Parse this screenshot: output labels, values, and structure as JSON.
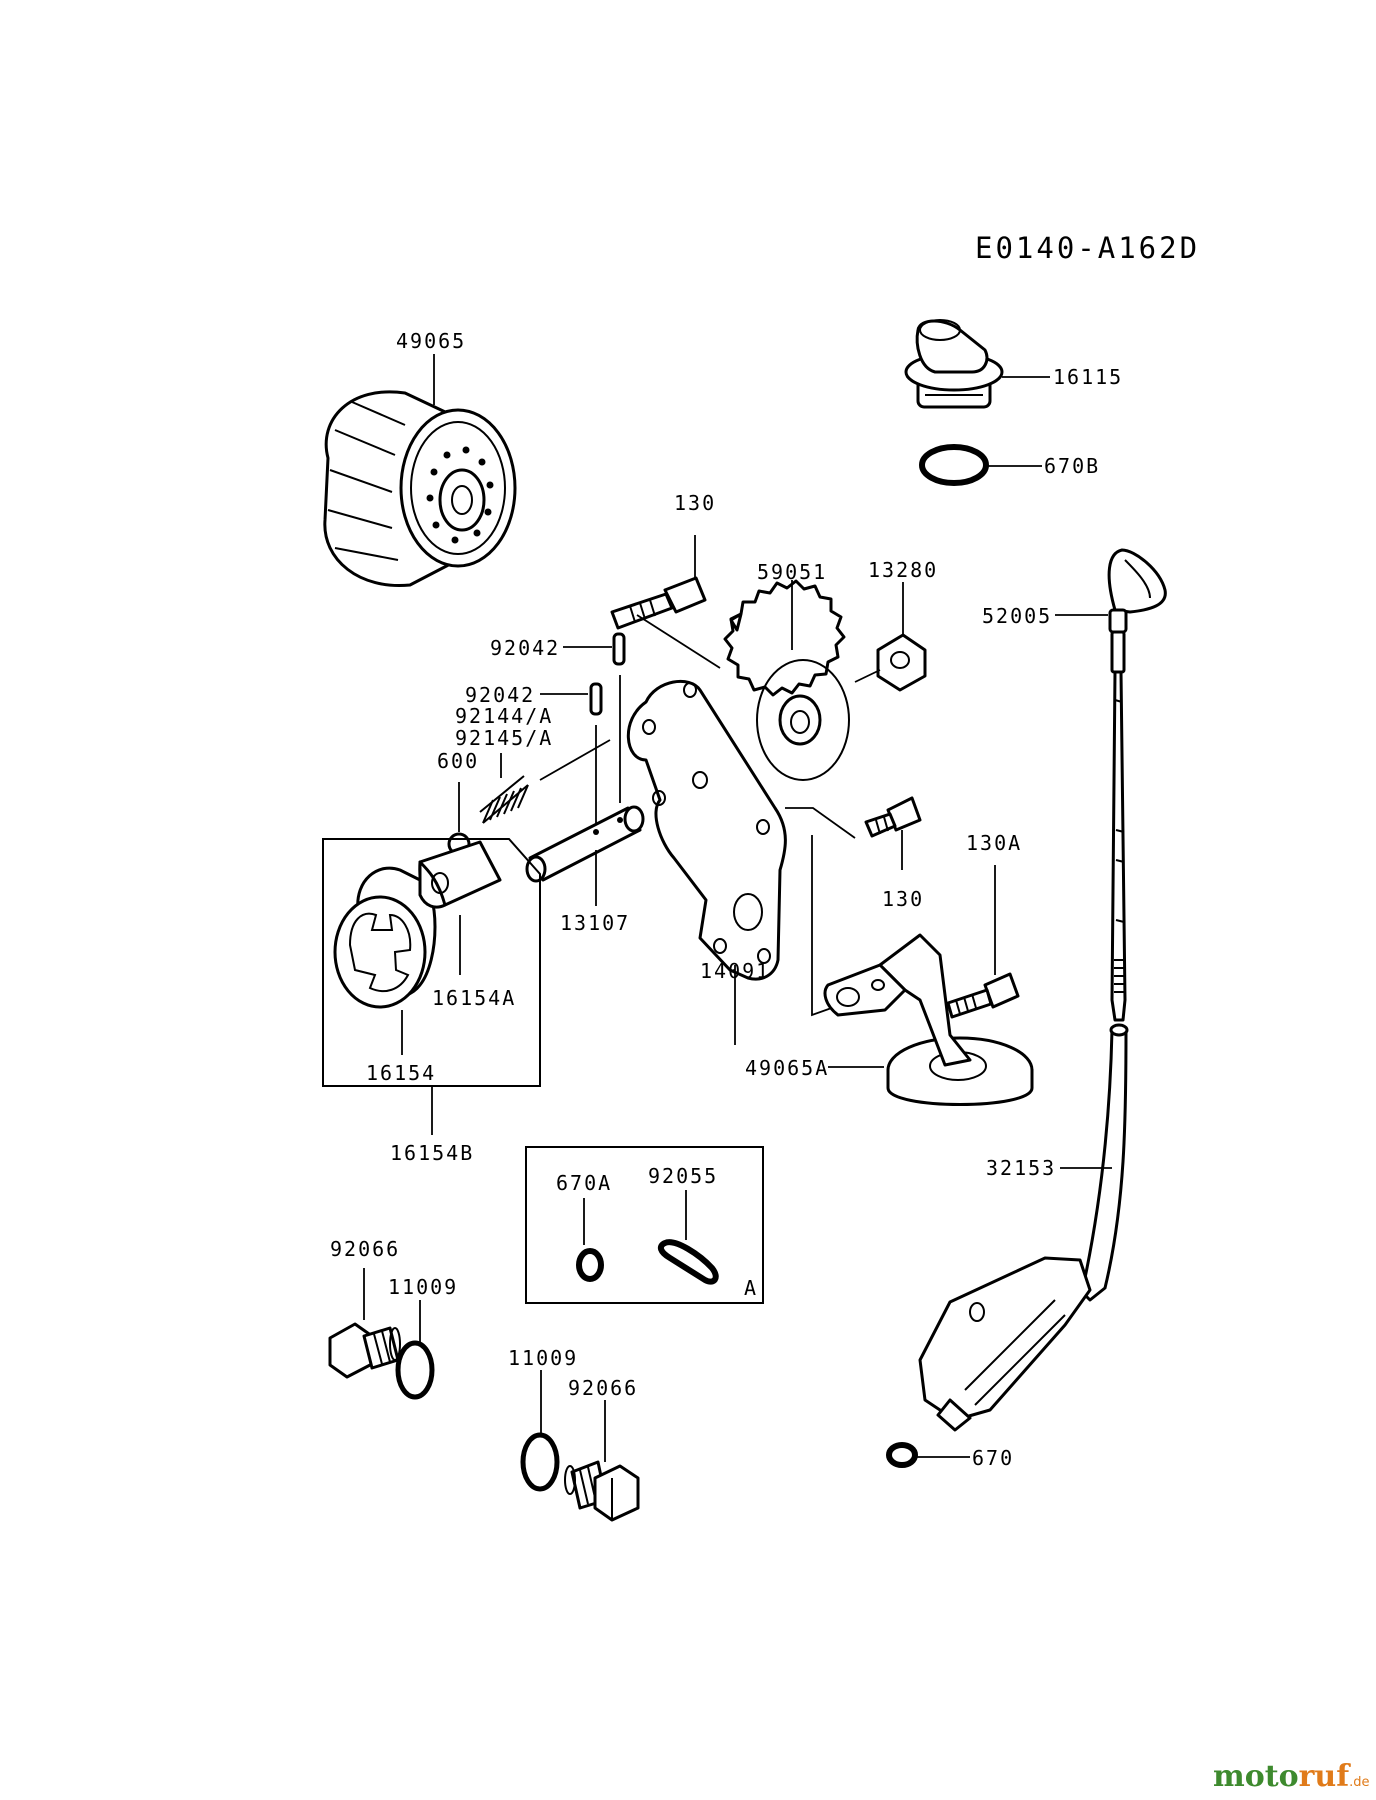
{
  "diagram_code": "E0140-A162D",
  "part_labels": {
    "p49065": "49065",
    "p16115": "16115",
    "p670B": "670B",
    "p130_top": "130",
    "p59051": "59051",
    "p13280": "13280",
    "p52005": "52005",
    "p92042_a": "92042",
    "p92042_b": "92042",
    "p92144": "92144/A",
    "p92145": "92145/A",
    "p600": "600",
    "p130_mid": "130",
    "p130A": "130A",
    "p13107": "13107",
    "p14091": "14091",
    "p16154A": "16154A",
    "p16154": "16154",
    "p49065A": "49065A",
    "p16154B": "16154B",
    "p670A": "670A",
    "p92055": "92055",
    "kit_A": "A",
    "p32153": "32153",
    "p92066_a": "92066",
    "p11009_a": "11009",
    "p11009_b": "11009",
    "p92066_b": "92066",
    "p670": "670"
  },
  "watermark": {
    "part1": "moto",
    "part2": "ruf",
    "suffix": ".de"
  }
}
